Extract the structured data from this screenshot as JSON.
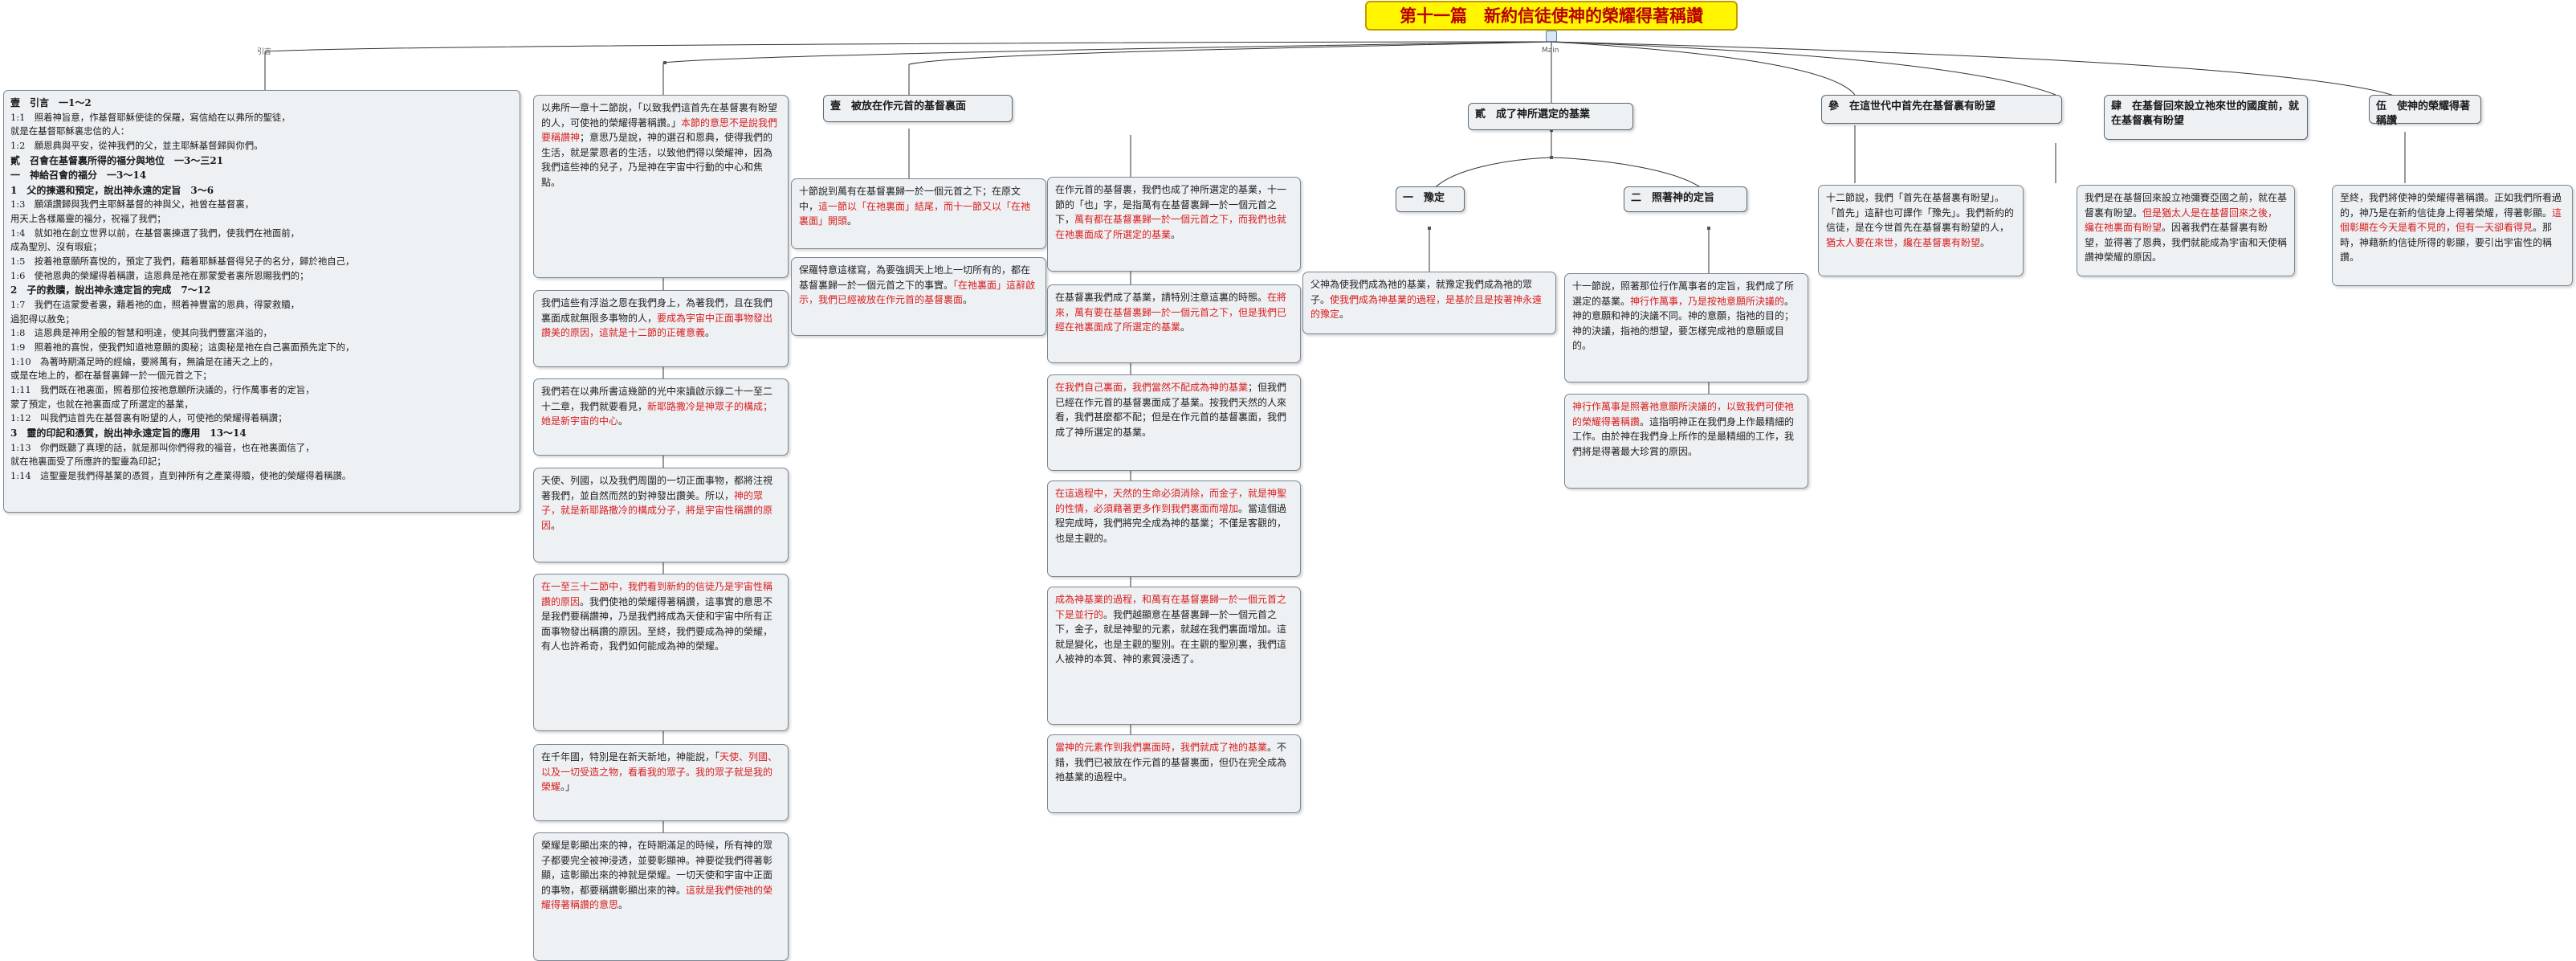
{
  "title": "第十一篇　新約信徒使神的榮耀得著稱讚",
  "connector_labels": {
    "left": "引言",
    "right": "Main"
  },
  "outline": {
    "lines": [
      {
        "t": "壹　引言　一1～2",
        "b": true
      },
      {
        "t": "1:1　照着神旨意，作基督耶穌使徒的保羅，寫信給在以弗所的聖徒，"
      },
      {
        "t": "就是在基督耶穌裏忠信的人："
      },
      {
        "t": "1:2　願恩典與平安，從神我們的父，並主耶穌基督歸與你們。"
      },
      {
        "t": "貳　召會在基督裏所得的福分與地位　一3～三21",
        "b": true
      },
      {
        "t": "一　神給召會的福分　一3～14",
        "b": true
      },
      {
        "t": "1　父的揀選和預定，說出神永遠的定旨　3～6",
        "b": true
      },
      {
        "t": "1:3　願頌讚歸與我們主耶穌基督的神與父，祂曾在基督裏，"
      },
      {
        "t": "用天上各樣屬靈的福分，祝福了我們；"
      },
      {
        "t": "1:4　就如祂在創立世界以前，在基督裏揀選了我們，使我們在祂面前，"
      },
      {
        "t": "成為聖別、沒有瑕疵；"
      },
      {
        "t": "1:5　按着祂意願所喜悅的，預定了我們，藉着耶穌基督得兒子的名分，歸於祂自己，"
      },
      {
        "t": "1:6　使祂恩典的榮耀得着稱讚，這恩典是祂在那蒙愛者裏所恩賜我們的；"
      },
      {
        "t": "2　子的救贖，說出神永遠定旨的完成　7～12",
        "b": true
      },
      {
        "t": "1:7　我們在這蒙愛者裏，藉着祂的血，照着神豐富的恩典，得蒙救贖，"
      },
      {
        "t": "過犯得以赦免；"
      },
      {
        "t": "1:8　這恩典是神用全般的智慧和明達，使其向我們豐富洋溢的，"
      },
      {
        "t": "1:9　照着祂的喜悅，使我們知道祂意願的奧秘；這奧秘是祂在自己裏面預先定下的，"
      },
      {
        "t": "1:10　為著時期滿足時的經綸，要將萬有，無論是在諸天之上的，"
      },
      {
        "t": "或是在地上的，都在基督裏歸一於一個元首之下；"
      },
      {
        "t": "1:11　我們既在祂裏面，照着那位按祂意願所決議的，行作萬事者的定旨，"
      },
      {
        "t": "蒙了預定，也就在祂裏面成了所選定的基業，"
      },
      {
        "t": "1:12　叫我們這首先在基督裏有盼望的人，可使祂的榮耀得着稱讚；"
      },
      {
        "t": "3　靈的印記和憑質，說出神永遠定旨的應用　13～14",
        "b": true
      },
      {
        "t": "1:13　你們既聽了真理的話，就是那叫你們得救的福音，也在祂裏面信了，"
      },
      {
        "t": "就在祂裏面受了所應許的聖靈為印記；"
      },
      {
        "t": "1:14　這聖靈是我們得基業的憑質，直到神所有之產業得贖，使祂的榮耀得着稱讚。"
      }
    ]
  },
  "column1": [
    {
      "id": "c1n1",
      "parts": [
        {
          "t": "以弗所一章十二節說，「以致我們這首先在基督裏有盼望的人，可使祂的榮耀得著稱讚。」"
        },
        {
          "t": "本節的意思不是說我們要稱讚神",
          "r": true
        },
        {
          "t": "；意思乃是說，神的選召和恩典，使得我們的生活，就是蒙恩者的生活，以致他們得以榮耀神，因為我們這些神的兒子，乃是神在宇宙中行動的中心和焦點。"
        }
      ]
    },
    {
      "id": "c1n2",
      "parts": [
        {
          "t": "我們這些有浮溢之恩在我們身上，為著我們，且在我們裏面成就無限多事物的人，"
        },
        {
          "t": "要成為宇宙中正面事物發出讚美的原因，這就是十二節的正確意義",
          "r": true
        },
        {
          "t": "。"
        }
      ]
    },
    {
      "id": "c1n3",
      "parts": [
        {
          "t": "我們若在以弗所書這幾節的光中來讀啟示錄二十一至二十二章，我們就要看見，"
        },
        {
          "t": "新耶路撒冷是神眾子的構成；她是新宇宙的中心",
          "r": true
        },
        {
          "t": "。"
        }
      ]
    },
    {
      "id": "c1n4",
      "parts": [
        {
          "t": "天使、列國，以及我們周圍的一切正面事物，都將注視著我們，並自然而然的對神發出讚美。所以，"
        },
        {
          "t": "神的眾子，就是新耶路撒冷的構成分子，將是宇宙性稱讚的原因",
          "r": true
        },
        {
          "t": "。"
        }
      ]
    },
    {
      "id": "c1n5",
      "parts": [
        {
          "t": "在一至三十二節中，我們看到新約的信徒乃是宇宙性稱讚的原因",
          "r": true
        },
        {
          "t": "。我們使祂的榮耀得著稱讚，這事實的意思不是我們要稱讚神，乃是我們將成為天使和宇宙中所有正面事物發出稱讚的原因。至終，我們要成為神的榮耀，有人也許希奇，我們如何能成為神的榮耀。"
        }
      ]
    },
    {
      "id": "c1n6",
      "parts": [
        {
          "t": "在千年國，特別是在新天新地，神能說，「"
        },
        {
          "t": "天使、列國、以及一切受造之物，看看我的眾子。我的眾子就是我的榮耀",
          "r": true
        },
        {
          "t": "。」"
        }
      ]
    },
    {
      "id": "c1n7",
      "parts": [
        {
          "t": "榮耀是彰顯出來的神，在時期滿足的時候，所有神的眾子都要完全被神浸透，並要彰顯神。神要從我們得著彰顯，這彰顯出來的神就是榮耀。一切天使和宇宙中正面的事物，都要稱讚彰顯出來的神。"
        },
        {
          "t": "這就是我們使祂的榮耀得著稱讚的意思",
          "r": true
        },
        {
          "t": "。"
        }
      ]
    }
  ],
  "headings": {
    "h1": "壹　被放在作元首的基督裏面",
    "h2": "貳　成了神所選定的基業",
    "h2a": "一　豫定",
    "h2b": "二　照著神的定旨",
    "h3": "參　在這世代中首先在基督裏有盼望",
    "h4": "肆　在基督回來設立祂來世的國度前，就在基督裏有盼望",
    "h5": "伍　使神的榮耀得著稱讚"
  },
  "h1_notes": [
    {
      "id": "h1n1",
      "parts": [
        {
          "t": "十節說到萬有在基督裏歸一於一個元首之下；在原文中，"
        },
        {
          "t": "這一節以「在祂裏面」結尾，而十一節又以「在祂裏面」開頭",
          "r": true
        },
        {
          "t": "。"
        }
      ]
    },
    {
      "id": "h1n2",
      "parts": [
        {
          "t": "保羅特意這樣寫，為要強調天上地上一切所有的，都在基督裏歸一於一個元首之下的事實。"
        },
        {
          "t": "「在祂裏面」這辭啟示，我們已經被放在作元首的基督裏面",
          "r": true
        },
        {
          "t": "。"
        }
      ]
    }
  ],
  "h2_notes": [
    {
      "id": "h2n1",
      "parts": [
        {
          "t": "在作元首的基督裏，我們也成了神所選定的基業，十一節的「也」字，是指萬有在基督裏歸一於一個元首之下，"
        },
        {
          "t": "萬有都在基督裏歸一於一個元首之下，而我們也就在祂裏面成了所選定的基業",
          "r": true
        },
        {
          "t": "。"
        }
      ]
    },
    {
      "id": "h2n2",
      "parts": [
        {
          "t": "在基督裏我們成了基業，請特別注意這裏的時態。"
        },
        {
          "t": "在將來，萬有要在基督裏歸一於一個元首之下，但是我們已經在祂裏面成了所選定的基業",
          "r": true
        },
        {
          "t": "。"
        }
      ]
    },
    {
      "id": "h2n3",
      "parts": [
        {
          "t": "在我們自己裏面，我們當然不配成為神的基業",
          "r": true
        },
        {
          "t": "；但我們已經在作元首的基督裏面成了基業。按我們天然的人來看，我們甚麼都不配；但是在作元首的基督裏面，我們成了神所選定的基業。"
        }
      ]
    },
    {
      "id": "h2n4",
      "parts": [
        {
          "t": "在這過程中，天然的生命必須消除，而金子，就是神聖的性情，必須藉著更多作到我們裏面而增加",
          "r": true
        },
        {
          "t": "。當這個過程完成時，我們將完全成為神的基業；不僅是客觀的，也是主觀的。"
        }
      ]
    },
    {
      "id": "h2n5",
      "parts": [
        {
          "t": "成為神基業的過程，和萬有在基督裏歸一於一個元首之下是並行的",
          "r": true
        },
        {
          "t": "。我們越顯意在基督裏歸一於一個元首之下，金子，就是神聖的元素，就越在我們裏面增加。這就是變化，也是主觀的聖別。在主觀的聖別裏，我們這人被神的本質、神的素質浸透了。"
        }
      ]
    },
    {
      "id": "h2n6",
      "parts": [
        {
          "t": "當神的元素作到我們裏面時，我們就成了祂的基業",
          "r": true
        },
        {
          "t": "。不錯，我們已被放在作元首的基督裏面，但仍在完全成為祂基業的過程中。"
        }
      ]
    }
  ],
  "h2a_note": {
    "id": "h2an1",
    "parts": [
      {
        "t": "父神為使我們成為祂的基業，就豫定我們成為祂的眾子。"
      },
      {
        "t": "使我們成為神基業的過程，是基於且是按著神永遠的豫定",
        "r": true
      },
      {
        "t": "。"
      }
    ]
  },
  "h2b_notes": [
    {
      "id": "h2bn1",
      "parts": [
        {
          "t": "十一節說，照著那位行作萬事者的定旨，我們成了所選定的基業。"
        },
        {
          "t": "神行作萬事，乃是按祂意願所決議的",
          "r": true
        },
        {
          "t": "。神的意願和神的決議不同。神的意願，指祂的目的；神的決議，指祂的想望，要怎樣完成祂的意願或目的。"
        }
      ]
    },
    {
      "id": "h2bn2",
      "parts": [
        {
          "t": "神行作萬事是照著祂意願所決議的，以致我們可使祂的榮耀得著稱讚",
          "r": true
        },
        {
          "t": "。這指明神正在我們身上作最精細的工作。由於神在我們身上所作的是最精細的工作，我們將是得著最大珍賞的原因。"
        }
      ]
    }
  ],
  "h3_note": {
    "id": "h3n1",
    "parts": [
      {
        "t": "十二節說，我們「首先在基督裏有盼望」。「首先」這辭也可譯作「豫先」。我們新約的信徒，是在今世首先在基督裏有盼望的人，"
      },
      {
        "t": "猶太人要在來世，纔在基督裏有盼望",
        "r": true
      },
      {
        "t": "。"
      }
    ]
  },
  "h4_note": {
    "id": "h4n1",
    "parts": [
      {
        "t": "我們是在基督回來設立祂彌賽亞國之前，就在基督裏有盼望。"
      },
      {
        "t": "但是猶太人是在基督回來之後，纔在祂裏面有盼望",
        "r": true
      },
      {
        "t": "。因著我們在基督裏有盼望，並得著了恩典，我們就能成為宇宙和天使稱讚神榮耀的原因。"
      }
    ]
  },
  "h5_note": {
    "id": "h5n1",
    "parts": [
      {
        "t": "至終，我們將使神的榮耀得著稱讚。正如我們所看過的，神乃是在新約信徒身上得著榮耀，得著彰顯。"
      },
      {
        "t": "這個彰顯在今天是看不見的，但有一天卻看得見",
        "r": true
      },
      {
        "t": "。那時，神藉新約信徒所得的彰顯，要引出宇宙性的稱讚。"
      }
    ]
  }
}
